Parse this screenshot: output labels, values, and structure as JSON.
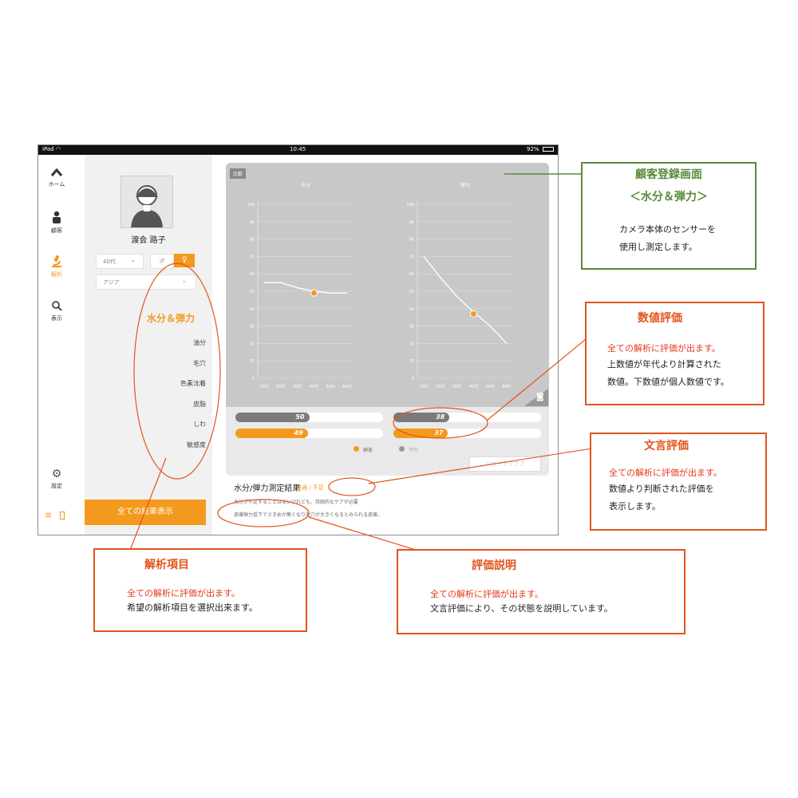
{
  "statusbar": {
    "carrier": "iPad",
    "time": "10:45",
    "battery": "92%"
  },
  "nav": [
    {
      "label": "ホーム",
      "icon": "home-icon"
    },
    {
      "label": "顧客",
      "icon": "person-icon"
    },
    {
      "label": "解析",
      "icon": "microscope-icon"
    },
    {
      "label": "表示",
      "icon": "search-icon"
    },
    {
      "label": "設定",
      "icon": "gear-icon"
    }
  ],
  "customer": {
    "name": "渡会 路子",
    "age": "40代",
    "region": "アジア",
    "category_title": "水分＆弾力",
    "items": [
      "油分",
      "毛穴",
      "色素沈着",
      "皮脂",
      "しわ",
      "敏感度"
    ],
    "show_all_button": "全ての結果表示"
  },
  "chart_panel": {
    "compare_tag": "比較",
    "legend_customer": "顧客",
    "legend_average": "平均",
    "reset_button": "リセットグラフ"
  },
  "chart_data": [
    {
      "type": "line",
      "title": "水分",
      "categories": [
        "10代",
        "20代",
        "30代",
        "40代",
        "50代",
        "60代"
      ],
      "ylim": [
        0,
        100
      ],
      "yticks": [
        0,
        10,
        20,
        30,
        40,
        50,
        60,
        70,
        80,
        90,
        100
      ],
      "series": [
        {
          "values": [
            55,
            55,
            52,
            50,
            49,
            49
          ]
        }
      ],
      "marker": {
        "x": "40代",
        "y": 49
      },
      "grid": true
    },
    {
      "type": "line",
      "title": "弾力",
      "categories": [
        "10代",
        "20代",
        "30代",
        "40代",
        "50代",
        "60代"
      ],
      "ylim": [
        0,
        100
      ],
      "yticks": [
        0,
        10,
        20,
        30,
        40,
        50,
        60,
        70,
        80,
        90,
        100
      ],
      "series": [
        {
          "values": [
            70,
            58,
            47,
            38,
            30,
            20
          ]
        }
      ],
      "marker": {
        "x": "40代",
        "y": 37
      },
      "grid": true
    }
  ],
  "bars": {
    "moisture": {
      "average": 50,
      "customer": 49
    },
    "elasticity": {
      "average": 38,
      "customer": 37
    }
  },
  "result": {
    "title": "水分/弾力測定結果",
    "rating": "普通 / 不足",
    "line1": "水分が不足することはないけれども、持続的なケアが必要",
    "line2": "皮膚弾力低下でさきめが無くなり毛穴が大きくなるとみられる皮膚。"
  },
  "colors": {
    "accent": "#f39a1e",
    "dark_bar": "#7a7a7a",
    "annotation_red": "#e2541c",
    "annotation_green": "#5a8a3a"
  },
  "annotations": {
    "register": {
      "title1": "顧客登録画面",
      "title2": "＜水分＆弾力＞",
      "body1": "カメラ本体のセンサーを",
      "body2": "使用し測定します。"
    },
    "numeric": {
      "title": "数値評価",
      "red": "全ての解析に評価が出ます。",
      "body1": "上数値が年代より計算された",
      "body2": "数値。下数値が個人数値です。"
    },
    "text_eval": {
      "title": "文言評価",
      "red": "全ての解析に評価が出ます。",
      "body1": "数値より判断された評価を",
      "body2": "表示します。"
    },
    "items": {
      "title": "解析項目",
      "red": "全ての解析に評価が出ます。",
      "body": "希望の解析項目を選択出来ます。"
    },
    "explain": {
      "title": "評価説明",
      "red": "全ての解析に評価が出ます。",
      "body": "文言評価により、その状態を説明しています。"
    }
  }
}
